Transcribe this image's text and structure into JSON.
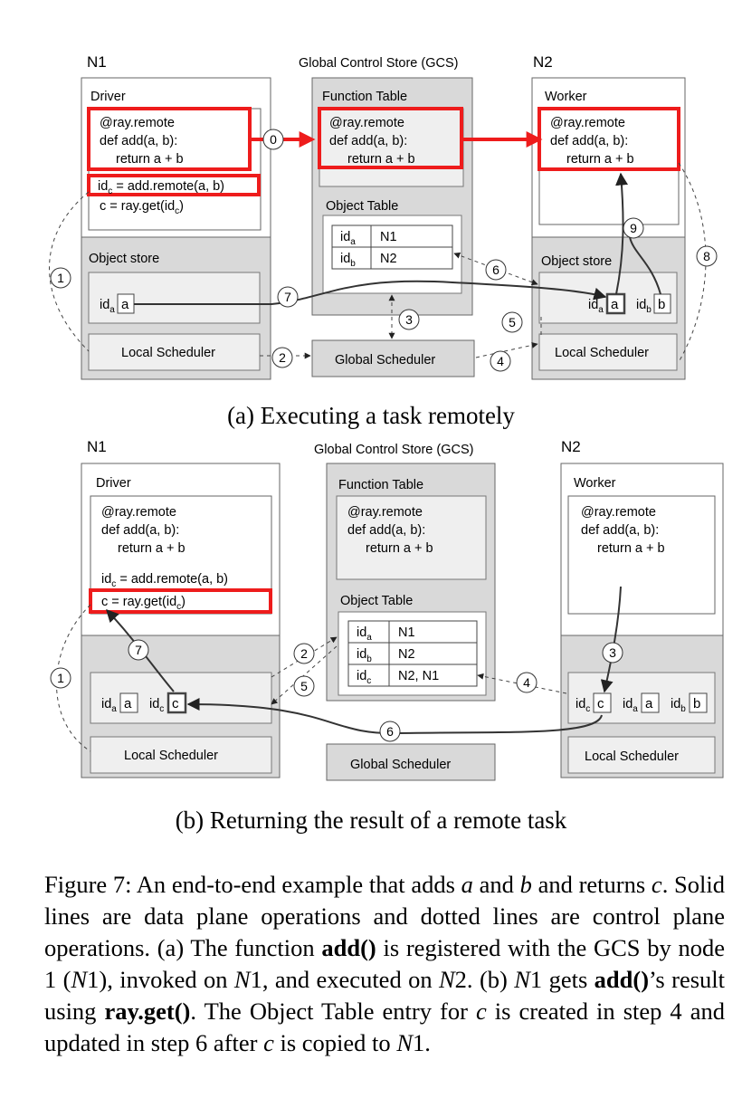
{
  "labels": {
    "n1": "N1",
    "n2": "N2",
    "gcs": "Global Control Store (GCS)",
    "driver": "Driver",
    "worker": "Worker",
    "function_table": "Function Table",
    "object_table": "Object Table",
    "object_store": "Object store",
    "local_scheduler": "Local Scheduler",
    "global_scheduler": "Global Scheduler"
  },
  "code": {
    "line1": "@ray.remote",
    "line2": "def add(a, b):",
    "line3": "return a + b",
    "remote_call_prefix": "id",
    "remote_call_rest": " = add.remote(a, b)",
    "get_call": "c = ray.get(id",
    "get_call_end": ")",
    "sub_c": "c",
    "sub_a": "a",
    "sub_b": "b"
  },
  "object_table_a": [
    {
      "id": "id",
      "sub": "a",
      "node": "N1"
    },
    {
      "id": "id",
      "sub": "b",
      "node": "N2"
    }
  ],
  "object_table_b": [
    {
      "id": "id",
      "sub": "a",
      "node": "N1"
    },
    {
      "id": "id",
      "sub": "b",
      "node": "N2"
    },
    {
      "id": "id",
      "sub": "c",
      "node": "N2, N1"
    }
  ],
  "objects": {
    "a": "a",
    "b": "b",
    "c": "c"
  },
  "step_labels": [
    "0",
    "1",
    "2",
    "3",
    "4",
    "5",
    "6",
    "7",
    "8",
    "9"
  ],
  "captions": {
    "a": "(a) Executing a task remotely",
    "b": "(b) Returning the result of a remote task"
  },
  "figure_caption": {
    "label": "Figure 7:",
    "s1": " An end-to-end example that adds ",
    "a": "a",
    "s2": " and ",
    "b": "b",
    "s3": " and returns ",
    "c": "c",
    "s4": ". Solid lines are data plane operations and dotted lines are control plane operations. (a) The function ",
    "add": "add()",
    "s5": " is registered with the GCS by node 1 (",
    "n1": "N",
    "one": "1",
    "s6": "), invoked on ",
    "s7": ", and executed on ",
    "two": "2",
    "s8": ". (b) ",
    "s9": " gets ",
    "add2": "add()",
    "s10": "’s result using ",
    "rayget": "ray.get()",
    "s11": ". The Object Table entry for ",
    "s12": " is created in step 4 and updated in step 6 after ",
    "s13": " is copied to ",
    "s14": "."
  },
  "colors": {
    "highlight": "#ee1c1c",
    "gray_panel": "#d9d9d9",
    "light_box": "#efefef",
    "stroke": "#555555"
  }
}
